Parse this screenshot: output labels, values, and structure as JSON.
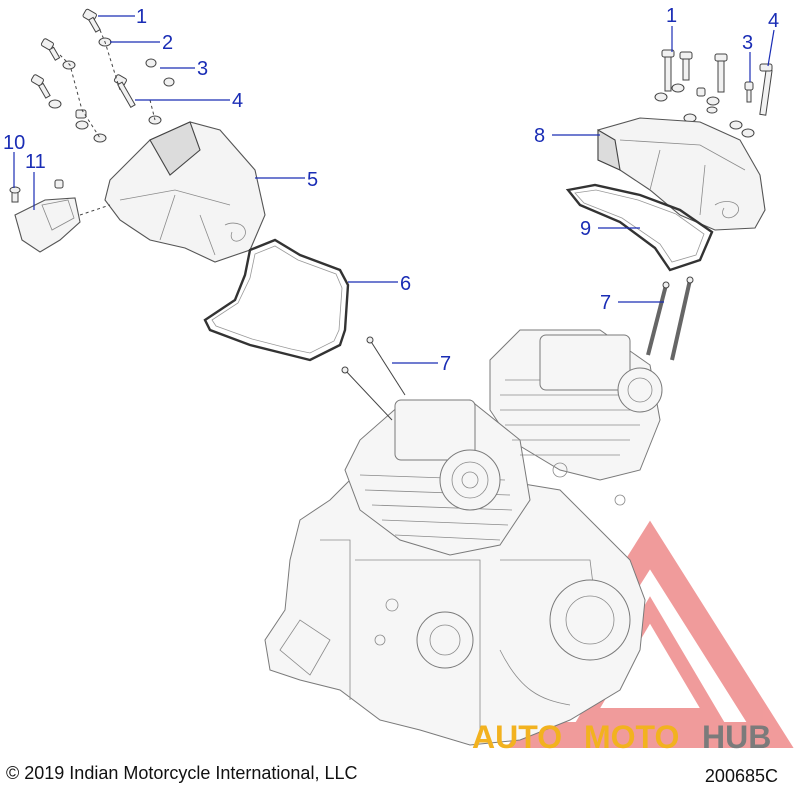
{
  "callouts": {
    "l1a": "1",
    "l2": "2",
    "l3a": "3",
    "l4a": "4",
    "l5": "5",
    "l6": "6",
    "l7a": "7",
    "l10": "10",
    "l11": "11",
    "l1b": "1",
    "l3b": "3",
    "l4b": "4",
    "l8": "8",
    "l9": "9",
    "l7b": "7"
  },
  "watermark": {
    "part1": "AUTO",
    "part2": "MOTO",
    "part3": "HUB",
    "colors": {
      "triangle": "#ee8a8a",
      "text_yellow": "#f2b21f",
      "text_gray": "#7b7b7b"
    }
  },
  "footer": {
    "copyright": "© 2019 Indian Motorcycle International, LLC",
    "drawing_id": "200685C"
  },
  "colors": {
    "callout": "#1a2db5",
    "linework": "#555555"
  }
}
